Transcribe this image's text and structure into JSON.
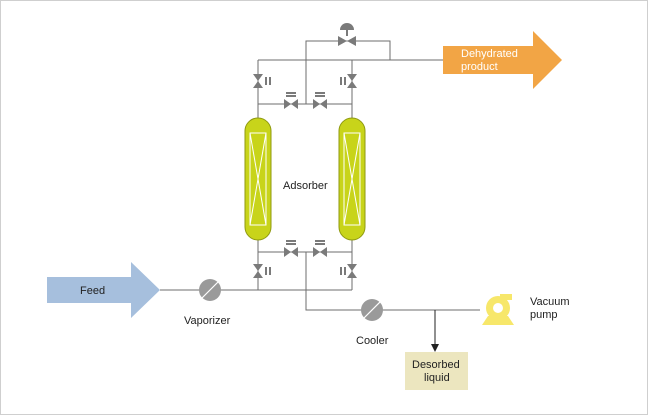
{
  "colors": {
    "line": "#6e6e6e",
    "feed_arrow": "#a6bfdd",
    "product_arrow": "#f2a545",
    "adsorber_fill": "#c8d41a",
    "adsorber_stroke": "#8f9a10",
    "valve": "#7a7a7a",
    "heat_exchanger": "#9a9a9a",
    "pump": "#f7e76a",
    "desorbed_box": "#ece6bf"
  },
  "labels": {
    "feed": "Feed",
    "dehydrated_product_line1": "Dehydrated",
    "dehydrated_product_line2": "product",
    "adsorber": "Adsorber",
    "vaporizer": "Vaporizer",
    "cooler": "Cooler",
    "vacuum_pump_line1": "Vacuum",
    "vacuum_pump_line2": "pump",
    "desorbed_liquid_line1": "Desorbed",
    "desorbed_liquid_line2": "liquid"
  },
  "icons": {
    "feed_arrow": "block-arrow-right",
    "product_arrow": "block-arrow-right",
    "vaporizer": "heat-exchanger-circle",
    "cooler": "heat-exchanger-circle",
    "vacuum_pump": "pump-icon",
    "valves": "gate-valve-icon",
    "control_valve": "control-valve-icon"
  }
}
